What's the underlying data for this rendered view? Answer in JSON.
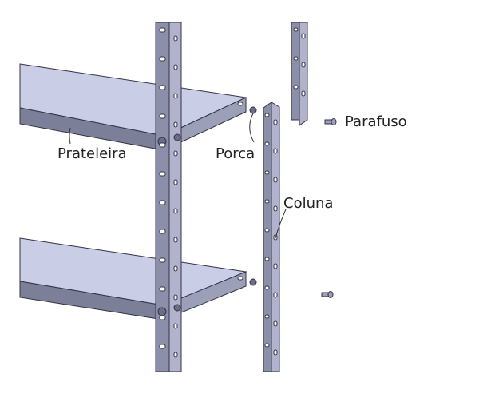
{
  "diagram": {
    "labels": {
      "shelf": "Prateleira",
      "nut": "Porca",
      "column": "Coluna",
      "bolt": "Parafuso"
    },
    "colors": {
      "shelf_top": "#c9cde6",
      "shelf_edge": "#7c7f98",
      "column_front": "#8c8fa9",
      "column_side": "#b0b3cb",
      "outline": "#333344"
    }
  }
}
